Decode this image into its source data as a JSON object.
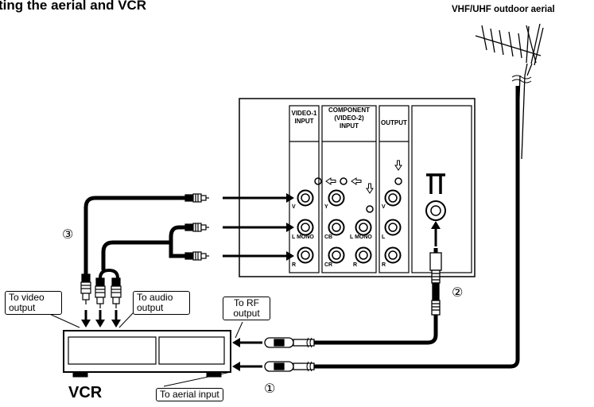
{
  "title": "ting the aerial and VCR",
  "aerial_label": "VHF/UHF outdoor aerial",
  "panel": {
    "video1_header": "VIDEO-1\nINPUT",
    "component_header": "COMPONENT\n(VIDEO-2)\nINPUT",
    "output_header": "OUTPUT",
    "jack_v": "V",
    "jack_y": "Y",
    "jack_cb": "CB",
    "jack_cr": "CR",
    "jack_l_mono": "L MONO",
    "jack_l": "L",
    "jack_r": "R"
  },
  "callouts": {
    "video_output": "To video\noutput",
    "audio_output": "To audio\noutput",
    "rf_output": "To RF\noutput",
    "aerial_input": "To aerial input"
  },
  "steps": [
    "①",
    "②",
    "③"
  ],
  "vcr_label": "VCR"
}
